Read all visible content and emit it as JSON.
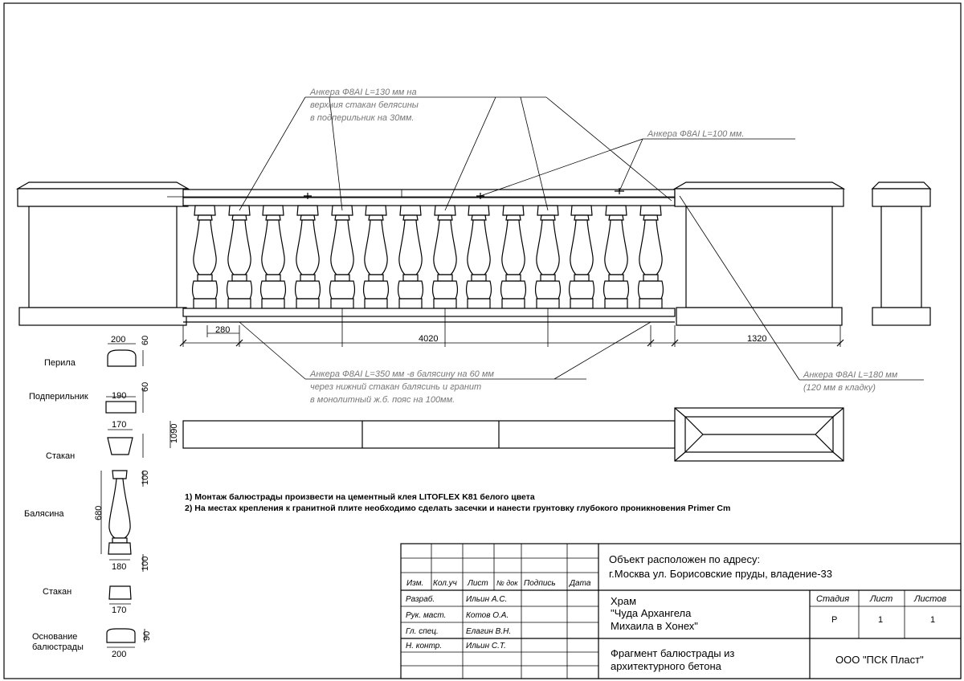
{
  "notes": {
    "anchor_top": [
      "Анкера Ф8АI L=130 мм на",
      "верхния стакан белясины",
      "в подперильник на 30мм."
    ],
    "anchor_mid": "Анкера Ф8АI L=100 мм.",
    "anchor_bottom": [
      "Анкера Ф8АI L=350 мм -в балясину на 60 мм",
      "через нижний стакан балясинь и гранит",
      "в монолитный ж.б. пояс на 100мм."
    ],
    "anchor_right": [
      "Анкера Ф8АI L=180 мм",
      "(120 мм в кладку)"
    ]
  },
  "dims": {
    "d280": "280",
    "d4020": "4020",
    "d1320": "1320",
    "d1090": "1090"
  },
  "parts": [
    {
      "name": "Перила",
      "w": "200",
      "h": "60"
    },
    {
      "name": "Подперильник",
      "w": "190",
      "h": "60"
    },
    {
      "name": "Стакан",
      "w": "170",
      "h": ""
    },
    {
      "name": "Балясина",
      "w": "180",
      "h": "680",
      "h2": "100"
    },
    {
      "name": "Стакан",
      "w": "170",
      "h": "100"
    },
    {
      "name1": "Основание",
      "name2": "балюстрады",
      "w": "200",
      "h": "90"
    }
  ],
  "instructions": [
    "1) Монтаж балюстрады произвести на цементный клея LITOFLEX K81 белого цвета",
    "2) На местах крепления к гранитной плите необходимо сделать засечки и нанести грунтовку глубокого проникновения Primer Cm"
  ],
  "title_block": {
    "headers": {
      "izm": "Изм.",
      "koluch": "Кол.уч",
      "list": "Лист",
      "ndok": "№ док",
      "podpis": "Подпись",
      "data": "Дата"
    },
    "roles": [
      {
        "role": "Разраб.",
        "name": "Ильин А.С."
      },
      {
        "role": "Рук. маст.",
        "name": "Котов О.А."
      },
      {
        "role": "Гл. спец.",
        "name": "Елагин В.Н."
      },
      {
        "role": "Н. контр.",
        "name": "Ильин С.Т."
      }
    ],
    "address_1": "Объект расположен по адресу:",
    "address_2": "г.Москва ул. Борисовские пруды, владение-33",
    "object_1": "Храм",
    "object_2": "\"Чуда Архангела",
    "object_3": "Михаила в Хонех\"",
    "stage_label": "Стадия",
    "sheet_label": "Лист",
    "sheets_label": "Листов",
    "stage": "Р",
    "sheet": "1",
    "sheets": "1",
    "fragment_1": "Фрагмент балюстрады из",
    "fragment_2": "архитектурного бетона",
    "company": "ООО \"ПСК Пласт\""
  }
}
